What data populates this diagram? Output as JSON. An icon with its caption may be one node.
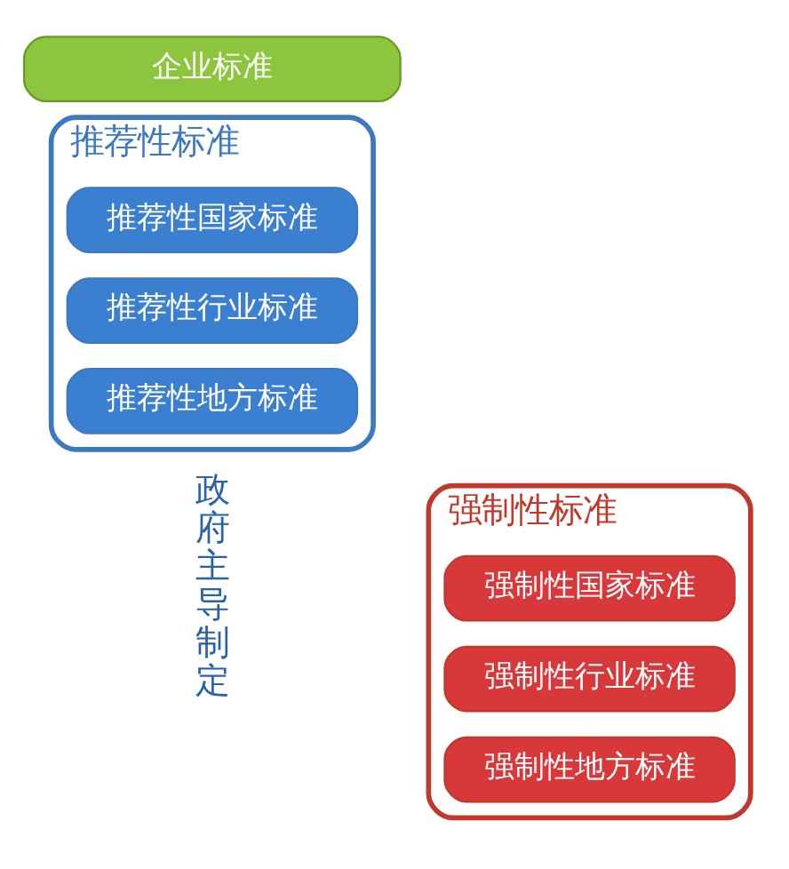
{
  "diagram": {
    "nodes": [
      {
        "text": [
          "强制性标准"
        ]
      },
      {
        "text": [
          "强制性国家标准"
        ],
        "in": 0
      },
      {
        "text": [
          "强制性行业标准"
        ],
        "in": 0
      },
      {
        "text": [
          "强制性地方标准"
        ],
        "in": 0
      },
      {
        "text": [
          "推荐性标准"
        ]
      },
      {
        "text": [
          "推荐性国家标准"
        ],
        "in": 4
      },
      {
        "text": [
          "推荐性行业标准"
        ],
        "in": 4
      },
      {
        "text": [
          "推荐性地方标准"
        ],
        "in": 4
      },
      {
        "text": [
          "企业标准"
        ]
      }
    ],
    "edges": [],
    "labels": [
      "政府主导制定"
    ]
  }
}
